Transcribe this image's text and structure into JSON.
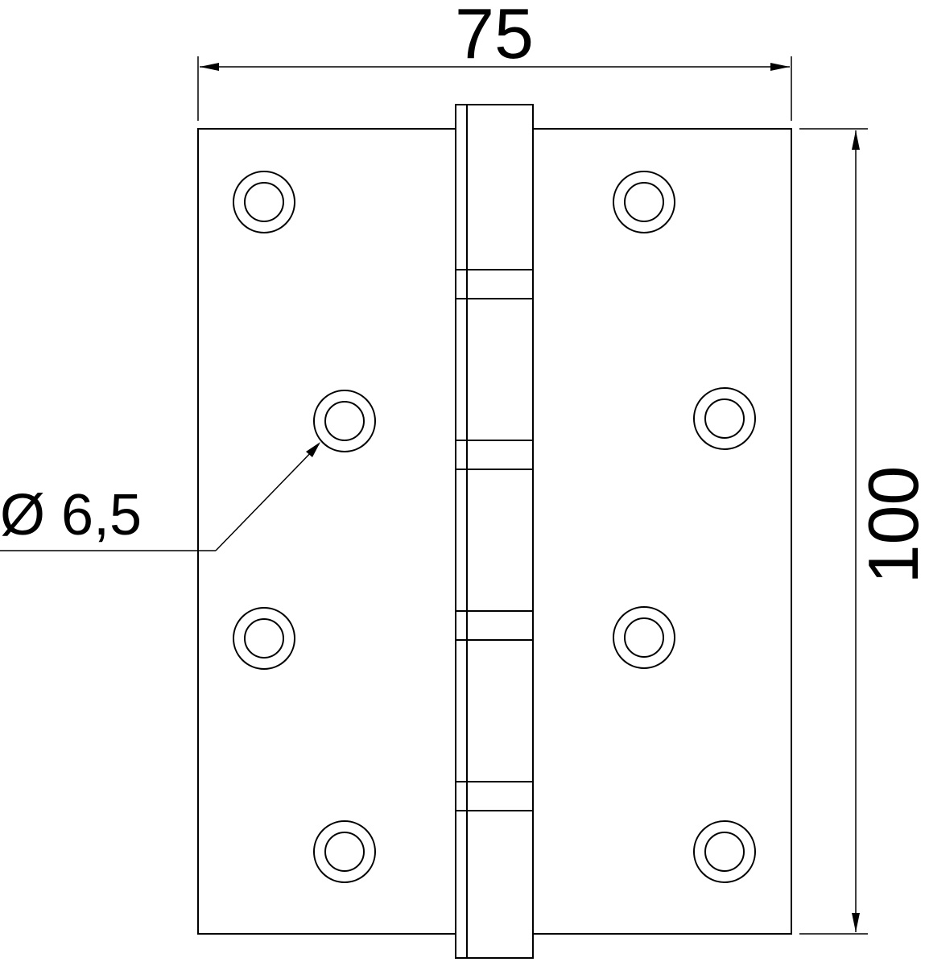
{
  "drawing": {
    "width_label": "75",
    "height_label": "100",
    "hole_label": "Ø 6,5"
  },
  "colors": {
    "ink": "#000000",
    "paper": "#ffffff"
  }
}
